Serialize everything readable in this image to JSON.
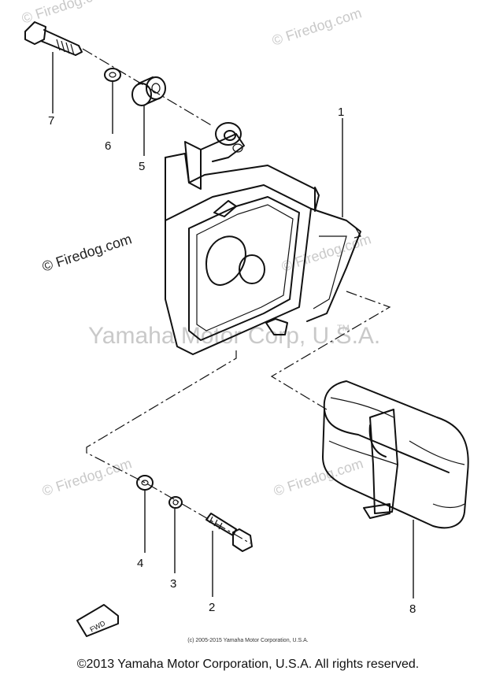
{
  "watermarks": {
    "firedog": "© Firedog.com",
    "firedog_short": "Firedog.com",
    "yamaha": "Yamaha Motor Corp, U.S.A.",
    "tm": "TM"
  },
  "callouts": [
    "1",
    "2",
    "3",
    "4",
    "5",
    "6",
    "7",
    "8"
  ],
  "fwd_label": "FWD",
  "footer": {
    "small": "(c) 2005-2015 Yamaha Motor Corporation, U.S.A.",
    "main": "©2013 Yamaha Motor Corporation, U.S.A. All rights reserved."
  }
}
